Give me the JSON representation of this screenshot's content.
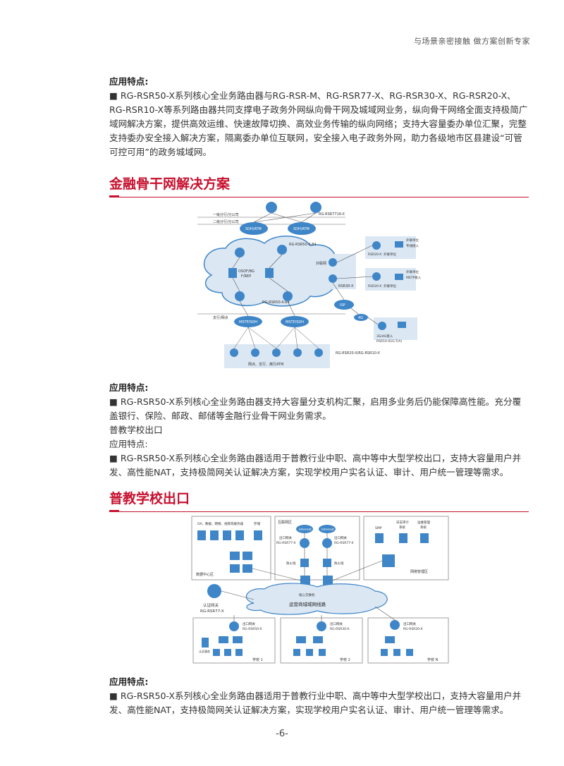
{
  "header": {
    "tagline": "与场景亲密接触 做方案创新专家"
  },
  "block1": {
    "heading": "应用特点:",
    "text": "RG-RSR50-X系列核心全业务路由器与RG-RSR-M、RG-RSR77-X、RG-RSR30-X、RG-RSR20-X、RG-RSR10-X等系列路由器共同支撑电子政务外网纵向骨干网及城域网业务，纵向骨干网络全面支持极简广域网解决方案，提供高效运维、快速故障切换、高效业务传输的纵向网络；支持大容量委办单位汇聚，完整支持委办安全接入解决方案，隔离委办单位互联网，安全接入电子政务外网，助力各级地市区县建设“可管可控可用”的政务城域网。"
  },
  "section1": {
    "title": "金融骨干网解决方案"
  },
  "diagram1": {
    "lbl_top_branch": "一级分行/分公司",
    "lbl_second_branch": "二级分行/分公司",
    "lbl_rsr7716": "RG-RSR7716-X",
    "lbl_sdh1": "SDH/ATM",
    "lbl_sdh2": "SDH/ATM",
    "lbl_rsr50_top": "RG-RSR50-X-84",
    "lbl_ospf": "OSOF/BG",
    "lbl_frep": "F/REP",
    "lbl_rsr50_bottom": "RG-RSR50-X-84",
    "lbl_outer": "外联网",
    "lbl_rsr30": "RSR30-X",
    "lbl_rsr20_a": "RSR20-X",
    "lbl_rsr20_a_sub": "外联单位",
    "lbl_rsr20_b": "RSR20-X",
    "lbl_rsr20_b_sub": "外联单位",
    "lbl_ext_a": "外联单位",
    "lbl_ext_a2": "专线接入",
    "lbl_ext_b": "外联单位",
    "lbl_ext_b2": "MSTP接入",
    "lbl_isp": "ISP",
    "lbl_4g": "4G",
    "lbl_3g4g": "3G/4G接入",
    "lbl_rsr10": "RSR10-01G-T(A)",
    "lbl_branch": "支行/网点",
    "lbl_mstp1": "MSTP/SDH",
    "lbl_mstp2": "MSTP/SDH",
    "lbl_atm": "网点、支行、离行ATM",
    "lbl_rsr20_rsr10": "RG-RSR20-X/RG-RSR10-X"
  },
  "block2": {
    "heading": "应用特点:",
    "text": "RG-RSR50-X系列核心全业务路由器支持大容量分支机构汇聚，启用多业务后仍能保障高性能。充分覆盖银行、保险、邮政、邮储等金融行业骨干网业务需求。",
    "line_school": "普教学校出口",
    "line_feature": "应用特点:",
    "text2": "RG-RSR50-X系列核心全业务路由器适用于普教行业中职、高中等中大型学校出口，支持大容量用户并发、高性能NAT，支持极简网关认证解决方案，实现学校用户实名认证、审计、用户统一管理等需求。"
  },
  "section2": {
    "title": "普教学校出口"
  },
  "diagram2": {
    "lbl_oa": "OA、数据、网络、视频等服务器",
    "lbl_storage": "存储",
    "lbl_datacenter": "数据中心区",
    "lbl_internet_zone": "互联网区",
    "lbl_internet1": "Internet",
    "lbl_internet2": "Internet",
    "lbl_exit_gw1": "出口网关",
    "lbl_exit_gw1_model": "RG-RSR77-X",
    "lbl_exit_gw2": "出口网关",
    "lbl_exit_gw2_model": "RG-RSR77-X",
    "lbl_fw1": "防火墙",
    "lbl_fw2": "防火墙",
    "lbl_smp": "SMP",
    "lbl_log": "日志审计",
    "lbl_log2": "系统",
    "lbl_mgmt": "运维管理",
    "lbl_mgmt2": "系统",
    "lbl_netmgmt": "网络管理区",
    "lbl_auth_gw": "认证网关",
    "lbl_auth_gw_model": "RG-RSR77-X",
    "lbl_core": "核心交换机",
    "lbl_metro": "运营商城域网线路",
    "lbl_s1_gw": "出口网关",
    "lbl_s1_model": "RG-RSR50-X",
    "lbl_s1_auth": "认证服务",
    "lbl_s1_name": "学校 1",
    "lbl_s2_gw": "出口网关",
    "lbl_s2_model": "RG-RSR30-X",
    "lbl_s2_name": "学校 2",
    "lbl_sn_gw": "出口网关",
    "lbl_sn_model": "RG-RSR20-X",
    "lbl_sn_name": "学校 N"
  },
  "block3": {
    "heading": "应用特点:",
    "text": "RG-RSR50-X系列核心全业务路由器适用于普教行业中职、高中等中大型学校出口，支持大容量用户并发、高性能NAT，支持极简网关认证解决方案，实现学校用户实名认证、审计、用户统一管理等需求。"
  },
  "footer": {
    "page_number": "-6-"
  },
  "colors": {
    "accent": "#c8102e",
    "diagram_blue": "#3f86c8",
    "zone_bg": "#dbe7f3"
  }
}
